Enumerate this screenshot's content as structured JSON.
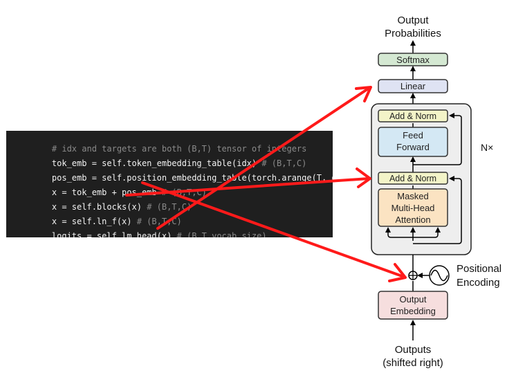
{
  "code": {
    "lines": [
      {
        "code": "",
        "comment": "# idx and targets are both (B,T) tensor of integers"
      },
      {
        "code": "tok_emb = self.token_embedding_table(idx) ",
        "comment": "# (B,T,C)"
      },
      {
        "code": "pos_emb = self.position_embedding_table(torch.arange(T, de",
        "comment": ""
      },
      {
        "code": "x = tok_emb + pos_emb ",
        "comment": "# (B,T,C)"
      },
      {
        "code": "x = self.blocks(x) ",
        "comment": "# (B,T,C)"
      },
      {
        "code": "x = self.ln_f(x) ",
        "comment": "# (B,T,C)"
      },
      {
        "code": "logits = self.lm_head(x) ",
        "comment": "# (B,T,vocab_size)"
      }
    ]
  },
  "diagram": {
    "output_title_line1": "Output",
    "output_title_line2": "Probabilities",
    "softmax": "Softmax",
    "linear": "Linear",
    "add_norm_top": "Add & Norm",
    "feed_forward_line1": "Feed",
    "feed_forward_line2": "Forward",
    "add_norm_bottom": "Add & Norm",
    "masked_line1": "Masked",
    "masked_line2": "Multi-Head",
    "masked_line3": "Attention",
    "repeat_label": "N×",
    "positional_line1": "Positional",
    "positional_line2": "Encoding",
    "embedding_line1": "Output",
    "embedding_line2": "Embedding",
    "inputs_line1": "Outputs",
    "inputs_line2": "(shifted right)"
  },
  "colors": {
    "softmax_fill": "#d4e8d2",
    "linear_fill": "#dfe3f3",
    "add_norm_fill": "#f3f4c8",
    "feed_forward_fill": "#d4e8f4",
    "attention_fill": "#fbe3c2",
    "embedding_fill": "#f6dede",
    "block_fill": "#eeeeee",
    "annotation_arrow": "#ff1a1a"
  }
}
